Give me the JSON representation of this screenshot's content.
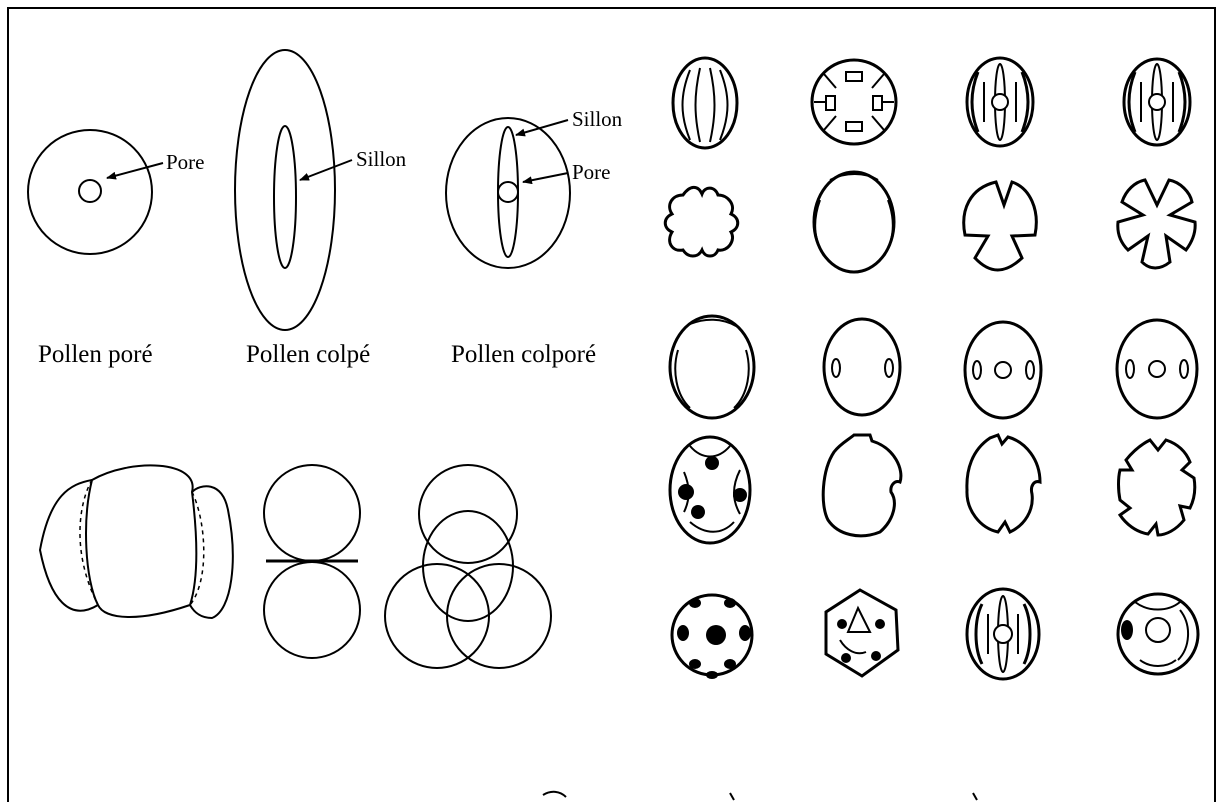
{
  "figure": {
    "colors": {
      "ink": "#000000",
      "background": "#ffffff"
    },
    "types": [
      {
        "caption": "Pollen poré",
        "labels": {
          "pore": "Pore"
        }
      },
      {
        "caption": "Pollen colpé",
        "labels": {
          "sillon": "Sillon"
        }
      },
      {
        "caption": "Pollen colporé",
        "labels": {
          "sillon": "Sillon",
          "pore": "Pore"
        }
      }
    ]
  }
}
